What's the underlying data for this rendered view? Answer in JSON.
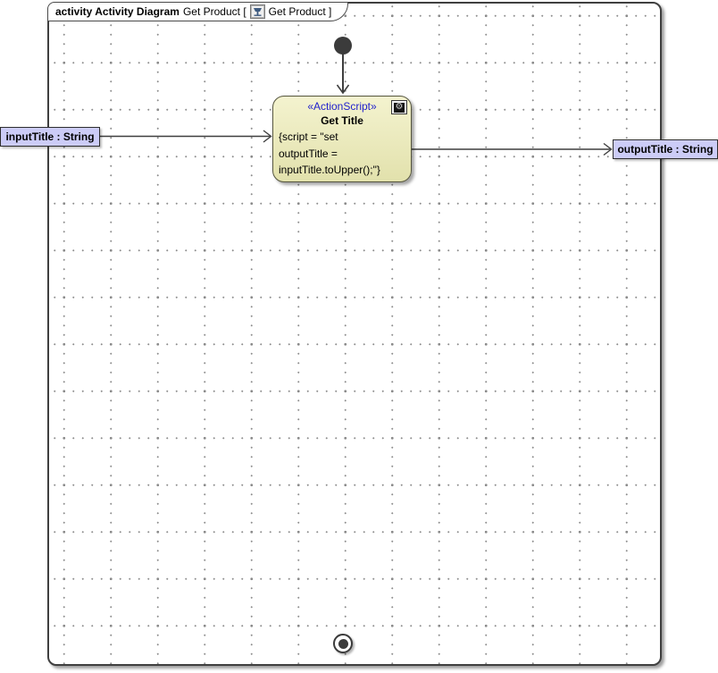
{
  "frame": {
    "title_bold": "activity Activity Diagram",
    "title_before_icon": "Get Product [",
    "title_after_icon": "Get Product ]",
    "tab_icon": "activity-diagram-icon"
  },
  "action_node": {
    "stereotype": "«ActionScript»",
    "name": "Get Title",
    "body_lines": [
      "{script = \"set",
      "outputTitle =",
      "inputTitle.toUpper();\"}"
    ],
    "badge_icon": "script-gear-icon",
    "gear_glyph": "⚙"
  },
  "parameters": {
    "input_label": "inputTitle : String",
    "output_label": "outputTitle : String"
  },
  "nodes": {
    "initial": "initial-node",
    "final": "activity-final-node"
  },
  "colors": {
    "frame_border": "#3f3f3f",
    "grid_dot": "#8f8f8f",
    "action_fill_top": "#f4f3cf",
    "action_fill_bottom": "#e2e1ac",
    "action_border": "#55553e",
    "stereotype_text": "#2222cc",
    "parameter_fill": "#ccccf7",
    "edge_stroke": "#3f3f3f",
    "node_dark": "#3b3b3b"
  }
}
